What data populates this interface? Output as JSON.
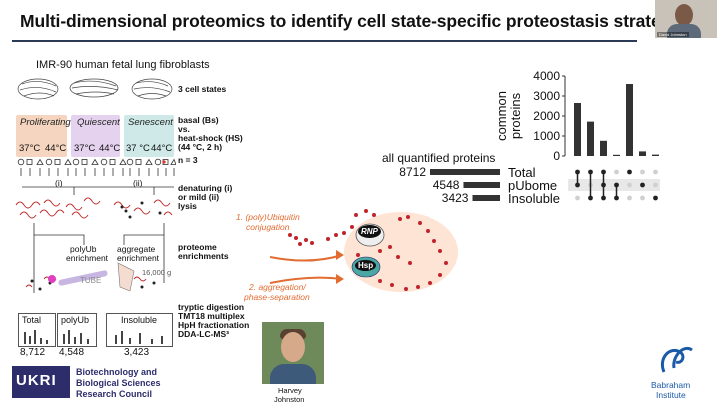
{
  "title": "Multi-dimensional proteomics to identify cell state-specific proteostasis strategies",
  "webcam": {
    "caption": "David Johnston"
  },
  "left": {
    "cell_line": "IMR-90 human fetal lung fibroblasts",
    "states": [
      {
        "name": "Proliferating",
        "color": "#f5d5bf",
        "temps": [
          "37°C",
          "44°C"
        ]
      },
      {
        "name": "Quiescent",
        "color": "#e4d2ee",
        "temps": [
          "37°C",
          "44°C"
        ]
      },
      {
        "name": "Senescent",
        "color": "#cfe9e9",
        "temps": [
          "37 °C",
          "44°C"
        ]
      }
    ],
    "lysis_labels": [
      "(i)",
      "(ii)"
    ],
    "enrich_labels": [
      "polyUb\nenrichment",
      "aggregate\nenrichment"
    ],
    "polyub_enrichment": "polyUb",
    "polyub_enrichment_2": "enrichment",
    "aggregate_enrichment": "aggregate",
    "aggregate_enrichment_2": "enrichment",
    "tube_label": "TUBE",
    "centrifuge_label": "16,000 g",
    "panels": [
      {
        "label": "Total",
        "count": "8,712"
      },
      {
        "label": "polyUb",
        "count": "4,548"
      },
      {
        "label": "Insoluble",
        "count": "3,423"
      }
    ]
  },
  "steps": {
    "cell_states": "3 cell states",
    "basal_1": "basal (Bs)",
    "basal_2": "vs.",
    "basal_3": "heat-shock (HS)",
    "basal_4": "(44 °C, 2 h)",
    "n": "n = 3",
    "lysis_1": "denaturing (i)",
    "lysis_2": "or mild (ii)",
    "lysis_3": "lysis",
    "proteome_1": "proteome",
    "proteome_2": "enrichments",
    "ms_1": "tryptic digestion",
    "ms_2": "TMT18 multiplex",
    "ms_3": "HpH fractionation",
    "ms_4": "DDA-LC-MS³"
  },
  "mechanism": {
    "ub_1": "1. (poly)Ubiquitin",
    "ub_2": "conjugation",
    "agg_1": "2. aggregation/",
    "agg_2": "phase-separation",
    "rnp": "RNP",
    "hsp": "Hsp"
  },
  "photo": {
    "name_1": "Harvey",
    "name_2": "Johnston"
  },
  "funder": {
    "logo": "UKRI",
    "line1": "Biotechnology and",
    "line2": "Biological Sciences",
    "line3": "Research Council"
  },
  "institute": {
    "line1": "Babraham",
    "line2": "Institute"
  },
  "chart_data": {
    "type": "bar",
    "subtype": "upset",
    "ylabel": "common\nproteins",
    "ylabel_1": "common",
    "ylabel_2": "proteins",
    "yticks": [
      "0",
      "1000",
      "2000",
      "3000",
      "4000"
    ],
    "ylim": [
      0,
      4000
    ],
    "intersection_values": [
      2650,
      1720,
      760,
      60,
      3600,
      230,
      70
    ],
    "set_header": "all quantified proteins",
    "sets": [
      {
        "name": "Total",
        "size": 8712,
        "size_label": "8712"
      },
      {
        "name": "pUbome",
        "size": 4548,
        "size_label": "4548"
      },
      {
        "name": "Insoluble",
        "size": 3423,
        "size_label": "3423"
      }
    ],
    "matrix": [
      [
        1,
        1,
        0
      ],
      [
        1,
        0,
        1
      ],
      [
        1,
        1,
        1
      ],
      [
        0,
        1,
        1
      ],
      [
        1,
        0,
        0
      ],
      [
        0,
        1,
        0
      ],
      [
        0,
        0,
        1
      ]
    ]
  }
}
